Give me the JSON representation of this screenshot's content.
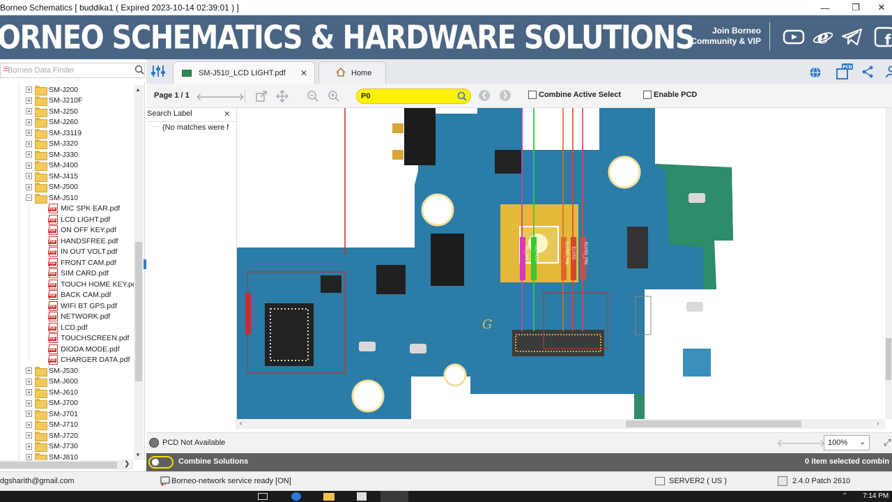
{
  "window": {
    "title": "Borneo Schematics [ buddika1 ( Expired 2023-10-14 02:39:01 ) ]",
    "minimize": "—",
    "restore": "❐",
    "close": "✕"
  },
  "banner": {
    "title": "ORNEO SCHEMATICS & HARDWARE SOLUTIONS",
    "join_line1": "Join Borneo",
    "join_line2": "Community & VIP"
  },
  "finder": {
    "placeholder": "Borneo Data Finder"
  },
  "tree": {
    "folders_before": [
      "SM-J200",
      "SM-J210F",
      "SM-J250",
      "SM-J260",
      "SM-J3119",
      "SM-J320",
      "SM-J330",
      "SM-J400",
      "SM-J415",
      "SM-J500"
    ],
    "open_folder": "SM-J510",
    "files": [
      "MIC SPK EAR.pdf",
      "LCD LIGHT.pdf",
      "ON OFF KEY.pdf",
      "HANDSFREE.pdf",
      "IN OUT VOLT.pdf",
      "FRONT CAM.pdf",
      "SIM CARD.pdf",
      "TOUCH HOME KEY.pdf",
      "BACK CAM.pdf",
      "WIFI BT GPS.pdf",
      "NETWORK.pdf",
      "LCD.pdf",
      "TOUCHSCREEN.pdf",
      "DIODA MODE.pdf",
      "CHARGER DATA.pdf"
    ],
    "folders_after": [
      "SM-J530",
      "SM-J600",
      "SM-J610",
      "SM-J700",
      "SM-J701",
      "SM-J710",
      "SM-J720",
      "SM-J730",
      "SM-J810"
    ]
  },
  "tabs": [
    {
      "label": "SM-J510_LCD LIGHT.pdf",
      "active": true
    },
    {
      "label": "Home",
      "active": false
    }
  ],
  "toolbar": {
    "page": "Page 1 / 1",
    "search_value": "P0",
    "combine_active_select": "Combine Active Select",
    "enable_pcd": "Enable PCD"
  },
  "search_panel": {
    "title": "Search Label",
    "close": "✕",
    "result": "(No matches were f"
  },
  "pcb_labels": [
    "EL_ON",
    "EL_VDD",
    "ELVDD_PIN",
    "ELVSS",
    "ELVSS_PIN"
  ],
  "pcd": {
    "status": "PCD Not Available",
    "zoom": "100%"
  },
  "combine": {
    "label": "Combine Solutions",
    "selected": "0 item selected combin"
  },
  "status": {
    "email": "dgsharith@gmail.com",
    "network": "Borneo-network service ready [ON]",
    "server": "SERVER2 ( US )",
    "version": "2.4.0 Patch 2610"
  },
  "taskbar": {
    "time": "7:14 PM"
  },
  "colors": {
    "banner": "#4a6583",
    "board": "#2a7aa6",
    "chip_pad": "#e3b93a",
    "search_highlight": "#fff200"
  }
}
